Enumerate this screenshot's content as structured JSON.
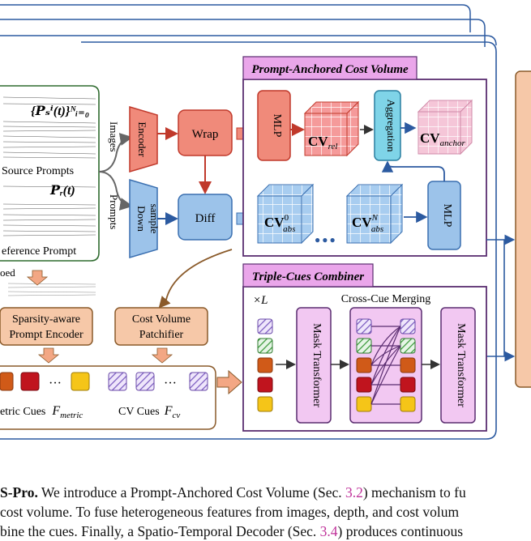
{
  "colors": {
    "frame_blue": "#2c5aa0",
    "purple_border": "#5a2d70",
    "purple_fill": "#f2c8f2",
    "title_fill": "#eaa6ea",
    "red_fill": "#f08a7a",
    "red_border": "#c0392b",
    "blue_fill": "#9cc3ea",
    "blue_border": "#3a6fb0",
    "orange_fill": "#f6c8a8",
    "orange_border": "#8a5a2a",
    "orange_arrow": "#f3a784",
    "green_border": "#2f6b2f",
    "cyan_fill": "#7fd4e8",
    "accent_ref": "#c0329a"
  },
  "input_panel": {
    "source_math": "{𝑷ₛⁱ(t)}ᴺᵢ₌₀",
    "source_label": "Source Prompts",
    "reference_math": "𝑷ᵣ(t)",
    "reference_label": "eference Prompt",
    "below_label": "oed"
  },
  "edges": {
    "images": "Images",
    "prompts": "Prompts"
  },
  "blocks": {
    "encoder": "Encoder",
    "down_sample_1": "Down",
    "down_sample_2": "sample",
    "wrap": "Wrap",
    "diff": "Diff",
    "mlp_top": "MLP",
    "mlp_bottom": "MLP",
    "aggregation": "Aggregation",
    "mask_transformer": "Mask Transformer"
  },
  "cost_volume": {
    "title": "Prompt-Anchored Cost Volume",
    "cv_rel_main": "CV",
    "cv_rel_sub": "rel",
    "cv_anchor_main": "CV",
    "cv_anchor_sub": "anchor",
    "cv_abs0_main": "CV",
    "cv_abs0_sup": "0",
    "cv_abs0_sub": "abs",
    "cv_absN_main": "CV",
    "cv_absN_sup": "N",
    "cv_absN_sub": "abs",
    "dots": "●●●"
  },
  "combiner": {
    "title": "Triple-Cues Combiner",
    "repeat": "×L",
    "merging": "Cross-Cue Merging"
  },
  "encoders": {
    "sparsity_1": "Sparsity-aware",
    "sparsity_2": "Prompt Encoder",
    "patchifier_1": "Cost Volume",
    "patchifier_2": "Patchifier"
  },
  "cues": {
    "metric_label": "etric Cues",
    "metric_sym": "F",
    "metric_sub": "metric",
    "cv_label": "CV Cues",
    "cv_sym": "F",
    "cv_sub": "cv",
    "dots": "···"
  },
  "caption": {
    "l1_a": "S-Pro.",
    "l1_b": " We introduce a Prompt-Anchored Cost Volume (Sec. ",
    "l1_ref": "3.2",
    "l1_c": ") mechanism to fu",
    "l2_a": "cost volume. To fuse heterogeneous features from images, depth, and cost volum",
    "l3_a": "bine the cues. Finally, a Spatio-Temporal Decoder (Sec. ",
    "l3_ref": "3.4",
    "l3_c": ") produces continuous"
  }
}
